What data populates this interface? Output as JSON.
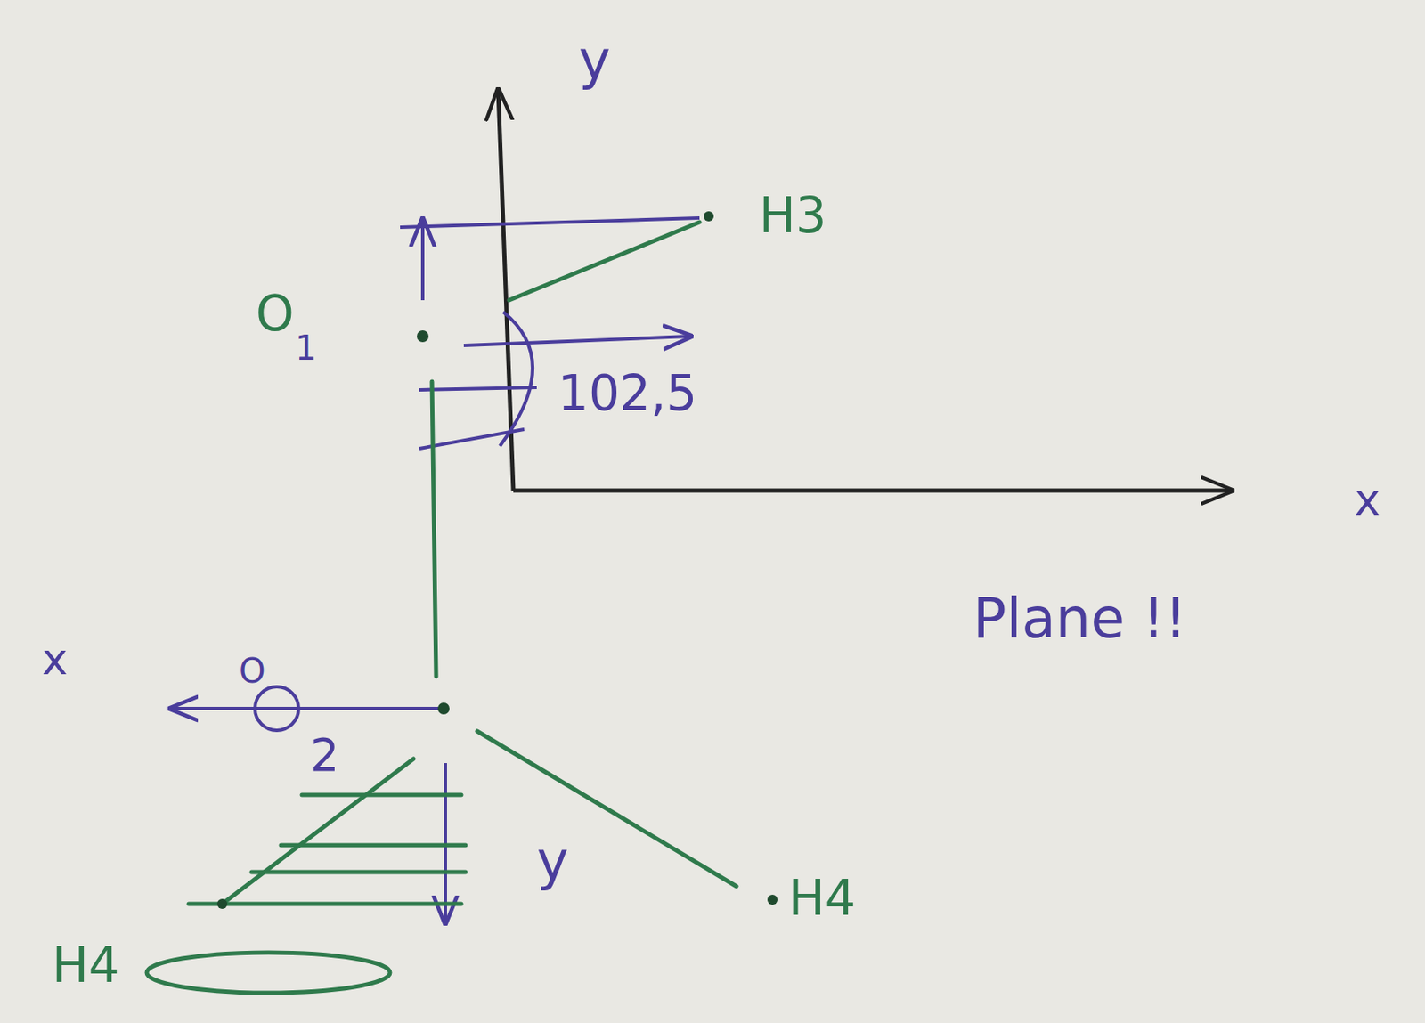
{
  "diagram": {
    "labels": [
      "y",
      "H3",
      "O",
      "1",
      "102,5",
      "x",
      "Plane !!",
      "x",
      "O",
      "2",
      "y",
      "H4",
      "H4"
    ]
  }
}
